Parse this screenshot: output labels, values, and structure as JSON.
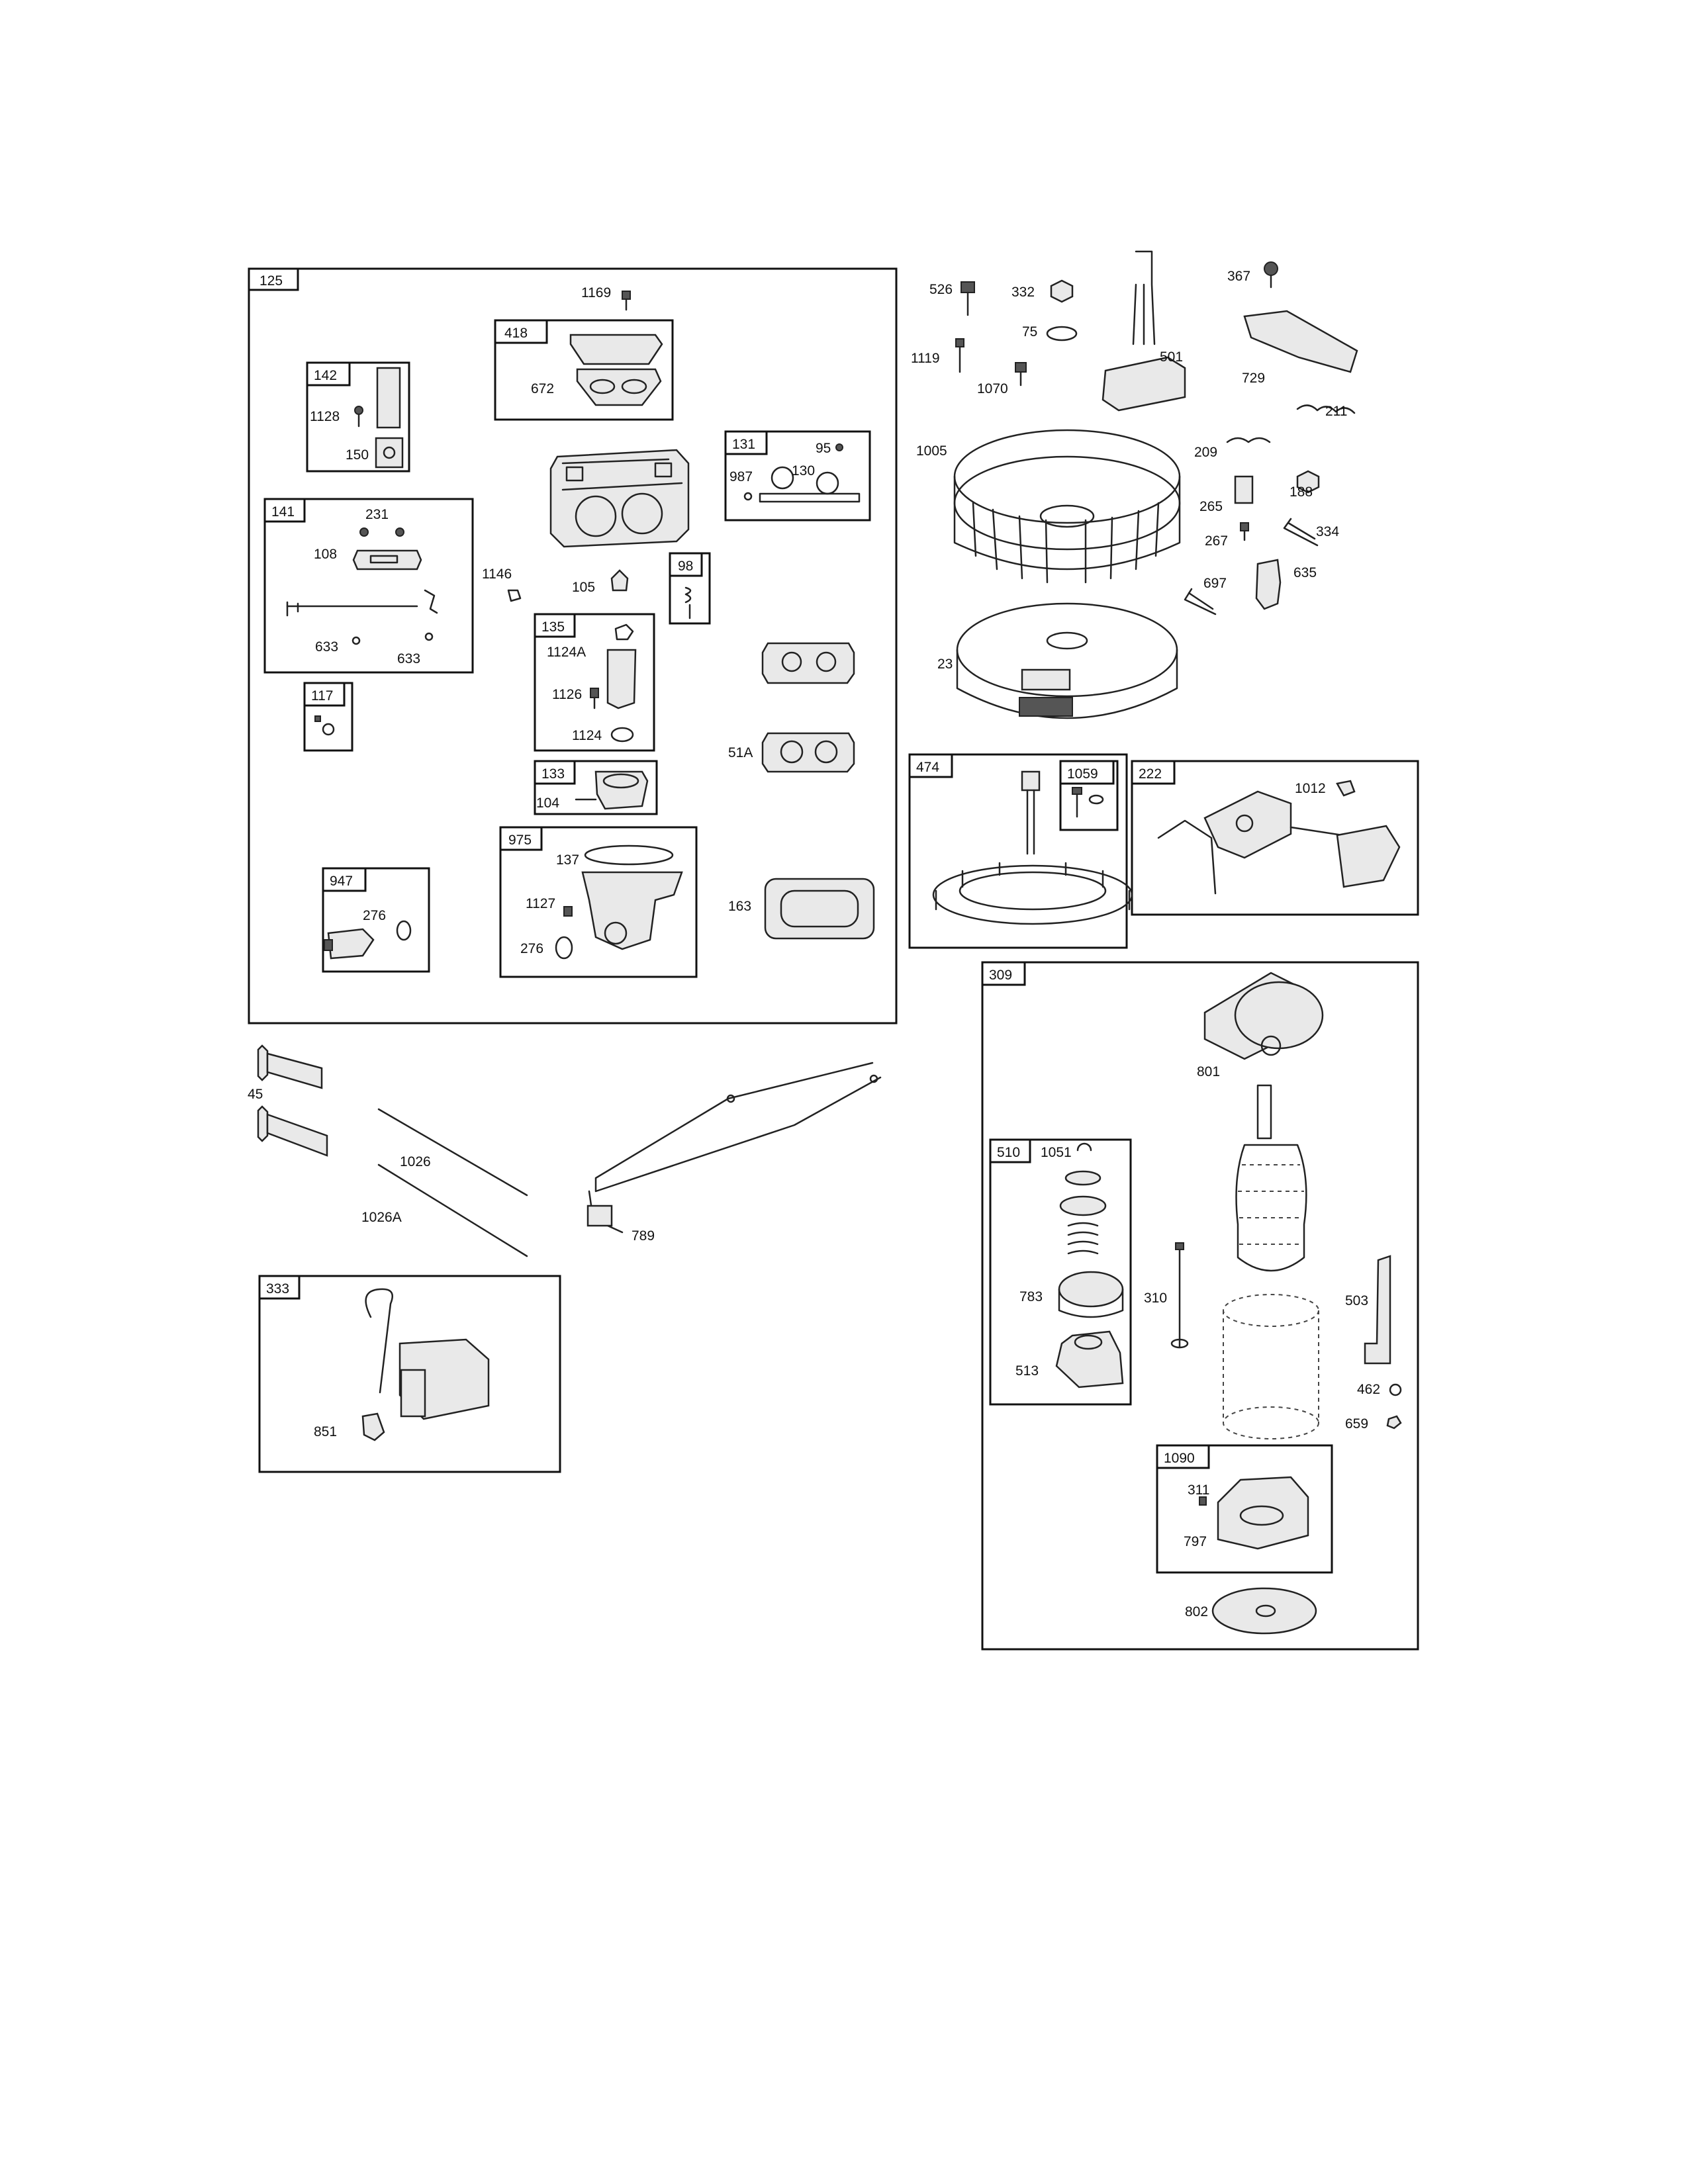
{
  "groups": [
    {
      "id": "125"
    },
    {
      "id": "418"
    },
    {
      "id": "142"
    },
    {
      "id": "131"
    },
    {
      "id": "141"
    },
    {
      "id": "98"
    },
    {
      "id": "135"
    },
    {
      "id": "117"
    },
    {
      "id": "133"
    },
    {
      "id": "975"
    },
    {
      "id": "947"
    },
    {
      "id": "474"
    },
    {
      "id": "1059"
    },
    {
      "id": "222"
    },
    {
      "id": "309"
    },
    {
      "id": "510"
    },
    {
      "id": "1090"
    },
    {
      "id": "333"
    }
  ],
  "parts": [
    "1169",
    "672",
    "1128",
    "150",
    "95",
    "130",
    "987",
    "231",
    "108",
    "633",
    "633",
    "1146",
    "105",
    "1124A",
    "1126",
    "1124",
    "51A",
    "104",
    "137",
    "1127",
    "276",
    "163",
    "276",
    "526",
    "332",
    "75",
    "1119",
    "1070",
    "501",
    "367",
    "729",
    "211",
    "1005",
    "209",
    "188",
    "265",
    "267",
    "334",
    "697",
    "635",
    "23",
    "1012",
    "801",
    "1051",
    "783",
    "310",
    "503",
    "513",
    "462",
    "659",
    "311",
    "797",
    "802",
    "45",
    "1026",
    "1026A",
    "789",
    "851"
  ]
}
